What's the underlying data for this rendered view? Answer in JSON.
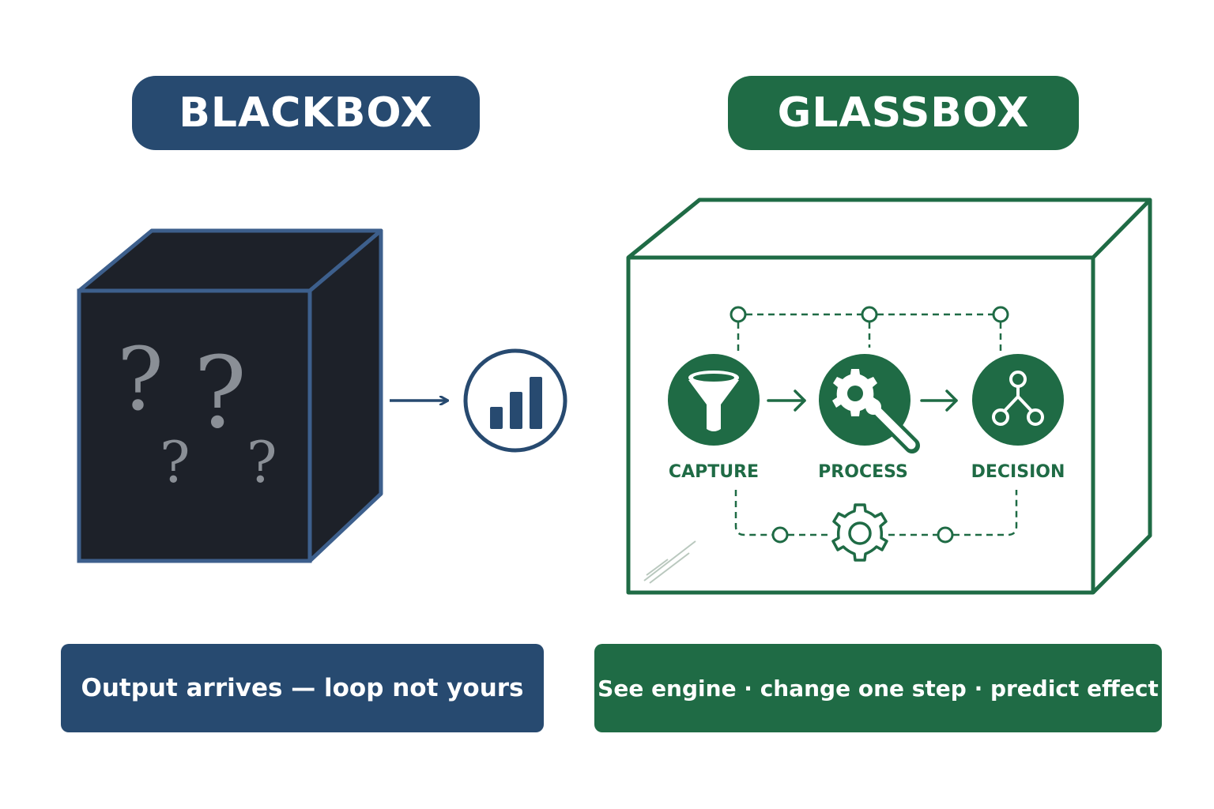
{
  "left_panel": {
    "title": "BLACKBOX",
    "caption": "Output arrives — loop not yours",
    "question_marks": [
      "?",
      "?",
      "?",
      "?"
    ]
  },
  "right_panel": {
    "title": "GLASSBOX",
    "caption": "See engine · change one step · predict effect",
    "steps": [
      {
        "label": "CAPTURE",
        "icon": "funnel-icon"
      },
      {
        "label": "PROCESS",
        "icon": "gear-magnifier-icon"
      },
      {
        "label": "DECISION",
        "icon": "branch-icon"
      }
    ]
  },
  "colors": {
    "blackbox_blue": "#274a70",
    "cube_fill": "#1d2129",
    "glassbox_green": "#1f6b45",
    "question_grey": "#8a8f96"
  }
}
